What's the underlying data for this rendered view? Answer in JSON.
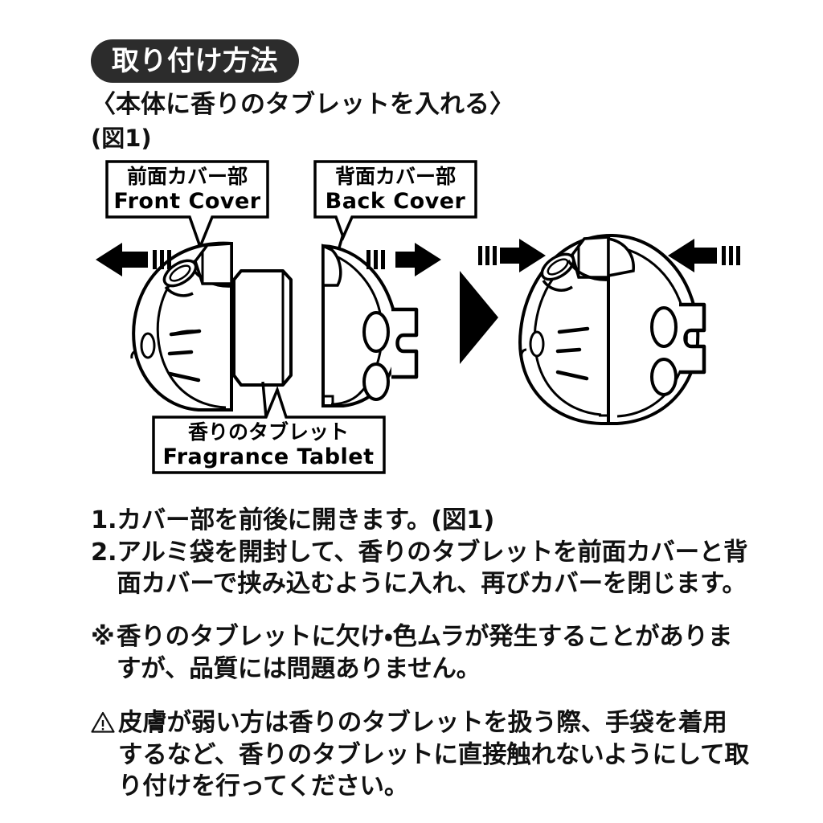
{
  "header": {
    "title": "取り付け方法"
  },
  "subtitle": {
    "heading": "〈本体に香りのタブレットを入れる〉",
    "figure_label": "(図1)"
  },
  "diagram": {
    "callouts": [
      {
        "id": "front-cover",
        "jp": "前面カバー部",
        "en": "Front Cover"
      },
      {
        "id": "back-cover",
        "jp": "背面カバー部",
        "en": "Back Cover"
      },
      {
        "id": "fragrance-tablet",
        "jp": "香りのタブレット",
        "en": "Fragrance Tablet"
      }
    ],
    "arrows": [
      {
        "id": "arrow-front-open",
        "direction": "left"
      },
      {
        "id": "arrow-back-open",
        "direction": "right"
      },
      {
        "id": "arrow-assemble-left",
        "direction": "right"
      },
      {
        "id": "arrow-assemble-right",
        "direction": "left"
      }
    ],
    "separator": "triangle-right",
    "line_color": "#000000",
    "fill_color": "#ffffff"
  },
  "instructions": [
    {
      "marker": "1.",
      "text": "カバー部を前後に開きます。(図1)"
    },
    {
      "marker": "2.",
      "text": "アルミ袋を開封して、香りのタブレットを前面カバーと背面カバーで挟み込むように入れ、再びカバーを閉じます。"
    }
  ],
  "notes": [
    {
      "marker": "※",
      "text": "香りのタブレットに欠け・色ムラが発生することがありますが、品質には問題ありません。"
    }
  ],
  "warnings": [
    {
      "marker": "⚠",
      "text": "皮膚が弱い方は香りのタブレットを扱う際、手袋を着用するなど、香りのタブレットに直接触れないようにして取り付けを行ってください。"
    }
  ]
}
